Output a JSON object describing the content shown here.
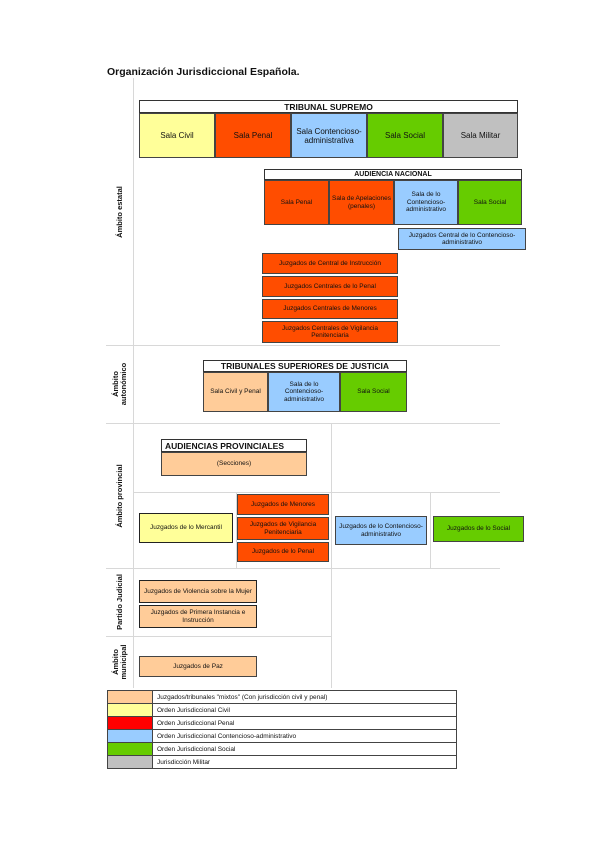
{
  "title": "Organización Jurisdiccional Española.",
  "ambitos": {
    "estatal": "Ámbito estatal",
    "autonomico": "Ámbito autonómico",
    "provincial": "Ámbito provincial",
    "partido": "Partido Judicial",
    "municipal": "Ámbito municipal"
  },
  "supremo": {
    "header": "TRIBUNAL SUPREMO",
    "salas": [
      "Sala Civil",
      "Sala Penal",
      "Sala Contencioso-administrativa",
      "Sala Social",
      "Sala Militar"
    ]
  },
  "audiencia_nacional": {
    "header": "AUDIENCIA NACIONAL",
    "salas": [
      "Sala Penal",
      "Sala de Apelaciones (penales)",
      "Sala de lo Contencioso-administrativo",
      "Sala Social"
    ]
  },
  "central_contencioso": "Juzgados Central de lo Contencioso-administrativo",
  "juzgados_centrales": [
    "Juzgados de Central de Instrucción",
    "Juzgados Centrales de lo Penal",
    "Juzgados Centrales de Menores",
    "Juzgados Centrales de Vigilancia Penitenciaria"
  ],
  "tsj": {
    "header": "TRIBUNALES SUPERIORES DE JUSTICIA",
    "salas": [
      "Sala Civil y Penal",
      "Sala de lo Contencioso-administrativo",
      "Sala Social"
    ]
  },
  "audiencias_provinciales": {
    "header": "AUDIENCIAS PROVINCIALES",
    "secciones": "(Secciones)"
  },
  "provincial_juzgados": {
    "mercantil": "Juzgados de lo Mercantil",
    "menores": "Juzgados de Menores",
    "vigilancia": "Juzgados de Vigilancia Penitenciaria",
    "penal": "Juzgados de lo Penal",
    "contencioso": "Juzgados de lo Contencioso-administrativo",
    "social": "Juzgados de lo Social"
  },
  "partido_juzgados": {
    "violencia": "Juzgados de Violencia sobre la Mujer",
    "primera_instancia": "Juzgados de Primera Instancia e Instrucción"
  },
  "municipal_juzgados": {
    "paz": "Juzgados de Paz"
  },
  "legend": [
    {
      "color": "#ffcc99",
      "label": "Juzgados/tribunales \"mixtos\" (Con jurisdicción civil y penal)"
    },
    {
      "color": "#ffff99",
      "label": "Orden Jurisdiccional Civil"
    },
    {
      "color": "#ff0000",
      "label": "Orden Jurisdiccional Penal"
    },
    {
      "color": "#99ccff",
      "label": "Orden Jurisdiccional Contencioso-administrativo"
    },
    {
      "color": "#66cc00",
      "label": "Orden Jurisdiccional Social"
    },
    {
      "color": "#c0c0c0",
      "label": "Jurisdicción Militar"
    }
  ]
}
